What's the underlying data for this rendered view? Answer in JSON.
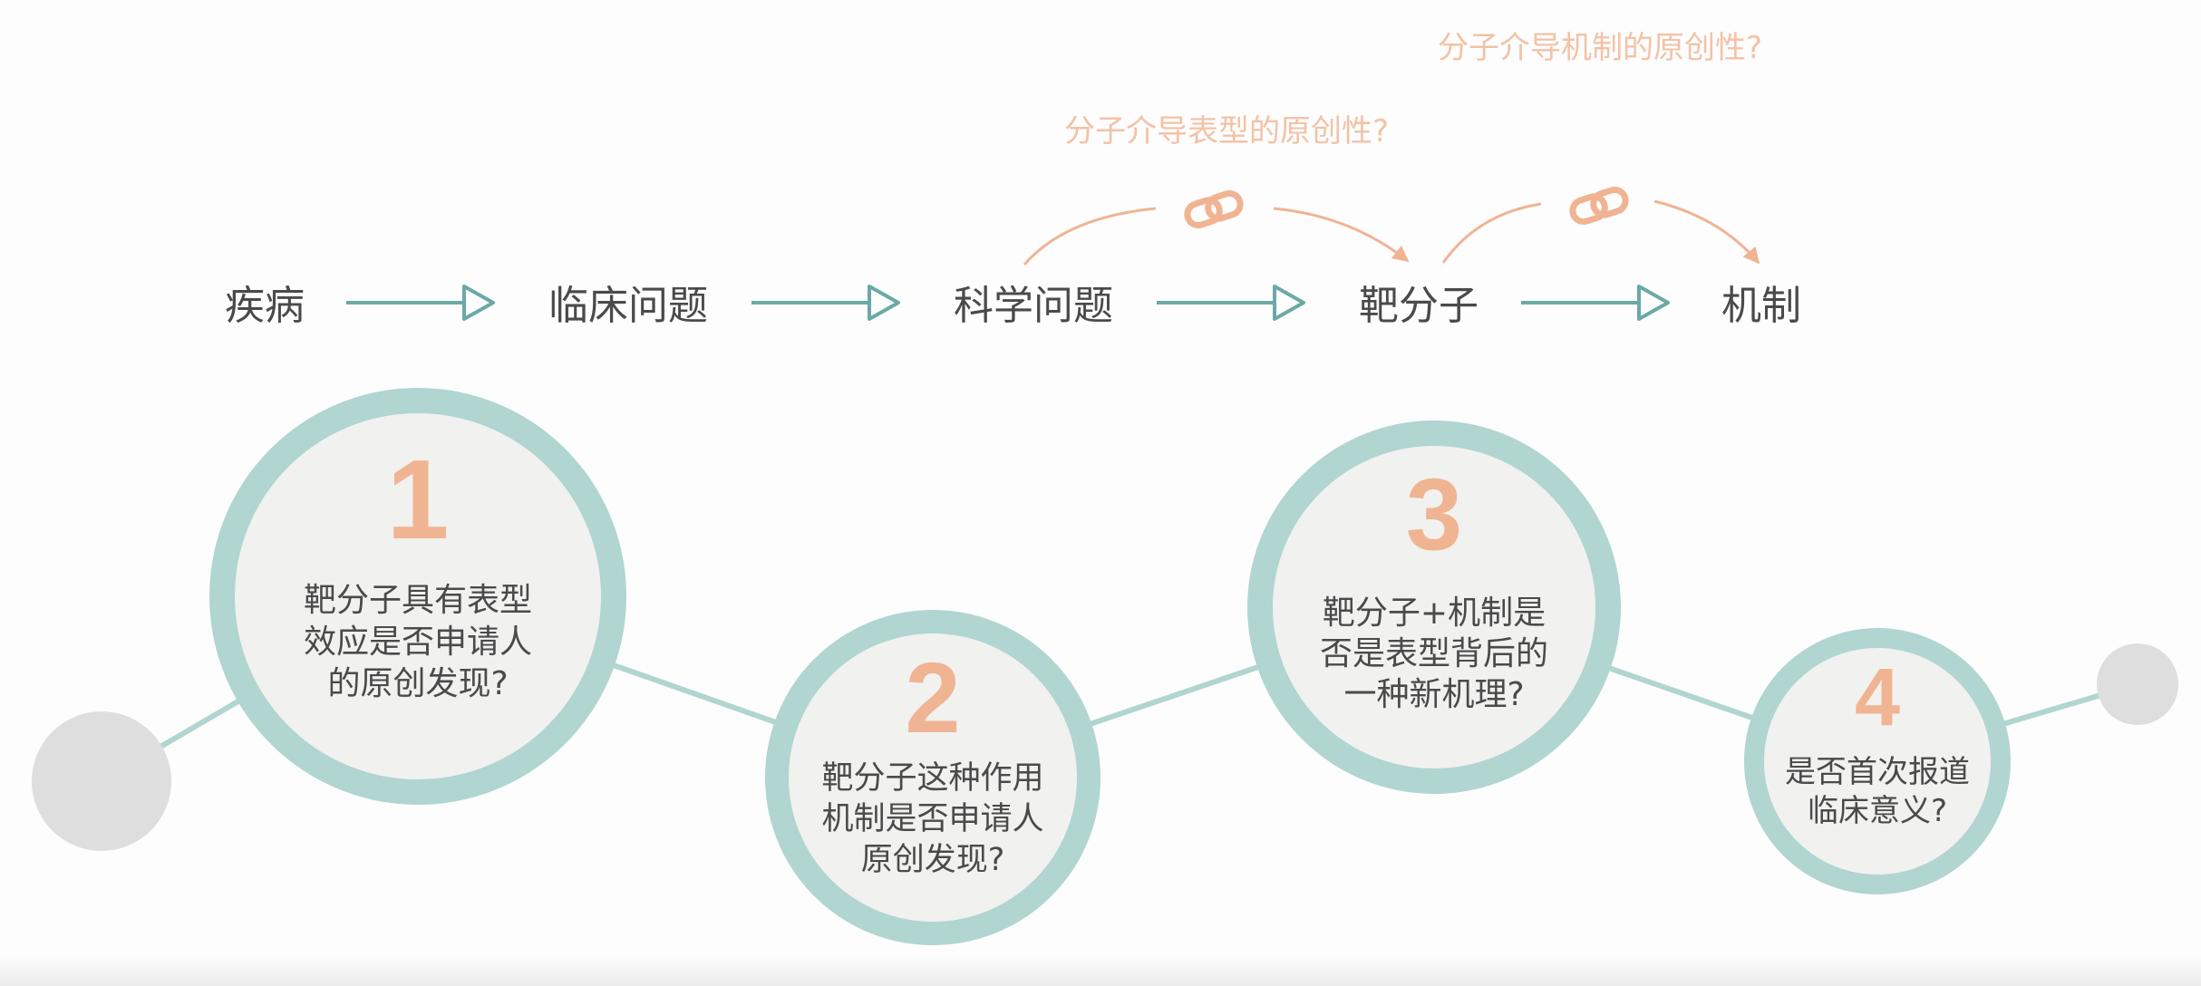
{
  "colors": {
    "teal_ring": "#b1d5d0",
    "teal_arrow": "#6aa9a6",
    "peach": "#f0b493",
    "peach_light": "#f3c2a6",
    "circle_fill": "#f1f1f0",
    "grey_dot": "#dedede",
    "text_dark": "#4a4a4a",
    "connector": "#b1d5d0"
  },
  "flow": {
    "steps": [
      "疾病",
      "临床问题",
      "科学问题",
      "靶分子",
      "机制"
    ]
  },
  "questions": {
    "phenotype_originality": "分子介导表型的原创性?",
    "mechanism_originality": "分子介导机制的原创性?"
  },
  "icons": {
    "link": "link-icon",
    "arrow": "arrow-right-icon"
  },
  "nodes": [
    {
      "number": "1",
      "lines": [
        "靶分子具有表型",
        "效应是否申请人",
        "的原创发现?"
      ]
    },
    {
      "number": "2",
      "lines": [
        "靶分子这种作用",
        "机制是否申请人",
        "原创发现?"
      ]
    },
    {
      "number": "3",
      "lines": [
        "靶分子+机制是",
        "否是表型背后的",
        "一种新机理?"
      ]
    },
    {
      "number": "4",
      "lines": [
        "是否首次报道",
        "临床意义?"
      ]
    }
  ]
}
